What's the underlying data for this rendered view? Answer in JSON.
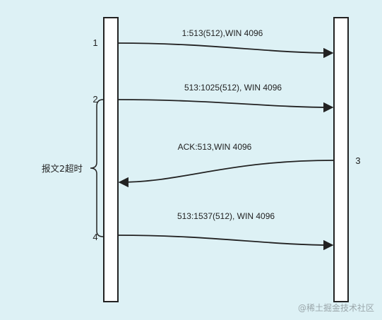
{
  "diagram": {
    "messages": [
      {
        "label": "1:513(512),WIN 4096"
      },
      {
        "label": "513:1025(512), WIN 4096"
      },
      {
        "label": "ACK:513,WIN 4096"
      },
      {
        "label": "513:1537(512), WIN 4096"
      }
    ],
    "left_markers": [
      "1",
      "2",
      "4"
    ],
    "right_marker": "3",
    "brace_label": "报文2超时",
    "watermark": "@稀土掘金技术社区",
    "colors": {
      "background": "#ddf1f5",
      "lifeline_fill": "#ffffff",
      "stroke": "#222222"
    }
  }
}
